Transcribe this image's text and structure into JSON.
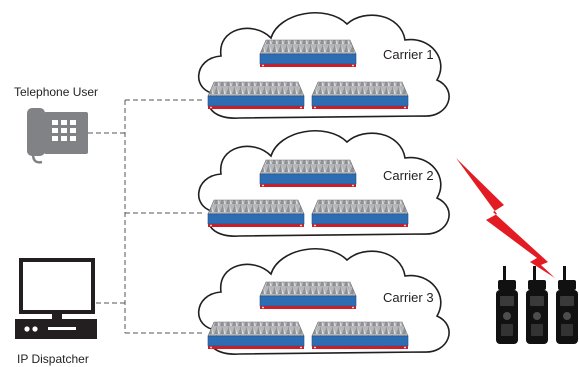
{
  "endpoints": {
    "telephone": {
      "label": "Telephone User",
      "icon": "telephone-icon"
    },
    "dispatcher": {
      "label": "IP Dispatcher",
      "icon": "computer-workstation-icon"
    }
  },
  "carriers": [
    {
      "label": "Carrier 1"
    },
    {
      "label": "Carrier 2"
    },
    {
      "label": "Carrier 3"
    }
  ],
  "radios": {
    "icon": "two-way-radio-icon",
    "count": 3
  },
  "wireless_link": {
    "icon": "lightning-bolt-icon"
  },
  "colors": {
    "device_top": "#a7a9ac",
    "device_body": "#2f6db3",
    "device_stripe": "#c7202c",
    "phone": "#808285",
    "line": "#555555",
    "bolt": "#e31b23",
    "radio": "#111111"
  }
}
